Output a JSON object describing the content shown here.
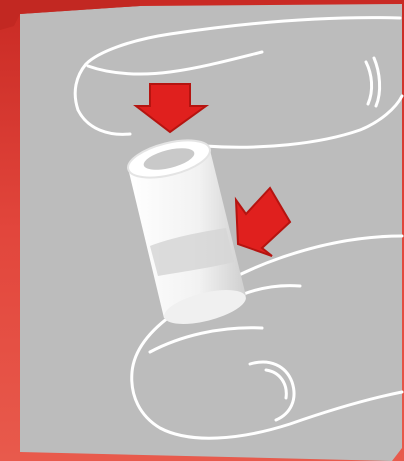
{
  "illustration": {
    "icons": [
      "finger-tip-top",
      "finger-tip-bottom",
      "cylinder-component",
      "arrow-down",
      "arrow-diagonal"
    ],
    "colors": {
      "frame_red": "#d8342c",
      "panel_gray": "#bdbdbd",
      "outline_white": "#ffffff",
      "arrow_red": "#e0201e",
      "cylinder_white": "#f4f4f4",
      "cylinder_shade": "#d2d2d2"
    }
  }
}
